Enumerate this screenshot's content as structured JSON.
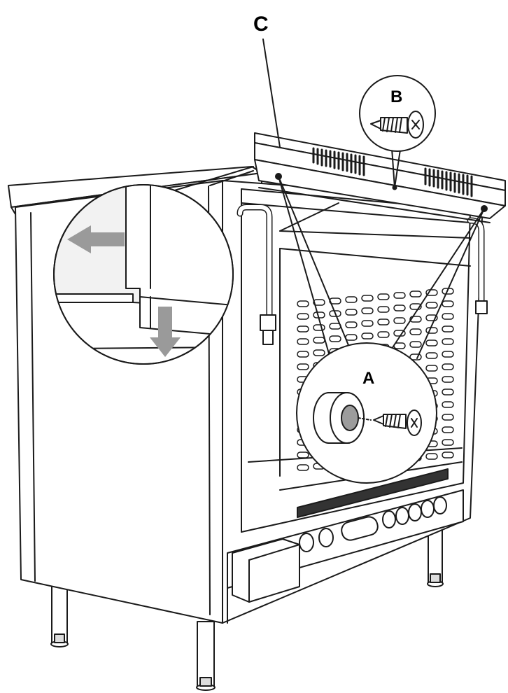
{
  "callouts": {
    "a": "A",
    "b": "B",
    "c": "C"
  },
  "colors": {
    "line": "#1a1a1a",
    "zoom_fill": "#f2f2f2",
    "arrow_fill": "#9a9a9a",
    "plug_center": "#9c9c9c"
  },
  "icons": [
    "screw-icon",
    "arrow-left-icon",
    "arrow-down-icon",
    "wall-plug-icon"
  ]
}
